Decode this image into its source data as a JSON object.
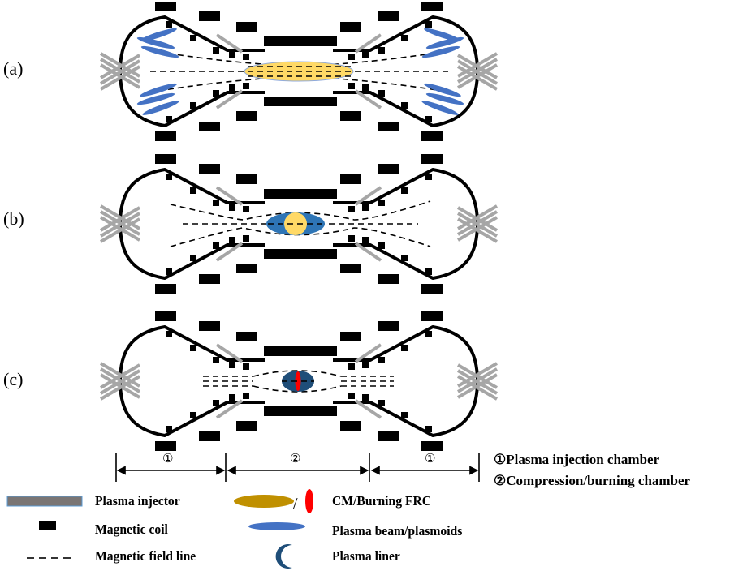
{
  "figure": {
    "panels": [
      {
        "id": "a",
        "label": "(a)",
        "stage": "plasma beams/plasmoids injected and merged into CM FRC"
      },
      {
        "id": "b",
        "label": "(b)",
        "stage": "plasma liner formation around FRC"
      },
      {
        "id": "c",
        "label": "(c)",
        "stage": "compressed burning FRC inside plasma liner"
      }
    ],
    "chamber_markers": [
      {
        "symbol": "①",
        "region": "left injection chamber"
      },
      {
        "symbol": "②",
        "region": "center compression/burning chamber"
      },
      {
        "symbol": "①",
        "region": "right injection chamber"
      }
    ],
    "chamber_notes": [
      {
        "symbol": "①",
        "text": "Plasma injection  chamber"
      },
      {
        "symbol": "②",
        "text": "Compression/burning  chamber"
      }
    ]
  },
  "legend": [
    {
      "icon": "plasma-injector-icon",
      "label": "Plasma injector",
      "color": "#7a7574"
    },
    {
      "icon": "magnetic-coil-icon",
      "label": "Magnetic coil",
      "color": "#000000"
    },
    {
      "icon": "magnetic-field-line-icon",
      "label": "Magnetic field line",
      "color": "#000000"
    },
    {
      "icon": "cm-burning-frc-icon",
      "label": "CM/Burning  FRC",
      "color": "#c09000",
      "color_alt": "#ff0000",
      "separator": "/"
    },
    {
      "icon": "plasma-beam-icon",
      "label": "Plasma beam/plasmoids",
      "color": "#4472c4"
    },
    {
      "icon": "plasma-liner-icon",
      "label": "Plasma liner",
      "color": "#1f4e79"
    }
  ],
  "colors": {
    "frc_fill": "#ffd966",
    "frc_stroke": "#8faadc",
    "liner_b": "#2e75b6",
    "liner_c": "#1f4e79",
    "burning": "#ff0000",
    "beam": "#4472c4",
    "injector": "#a6a6a6",
    "coil": "#000000"
  }
}
